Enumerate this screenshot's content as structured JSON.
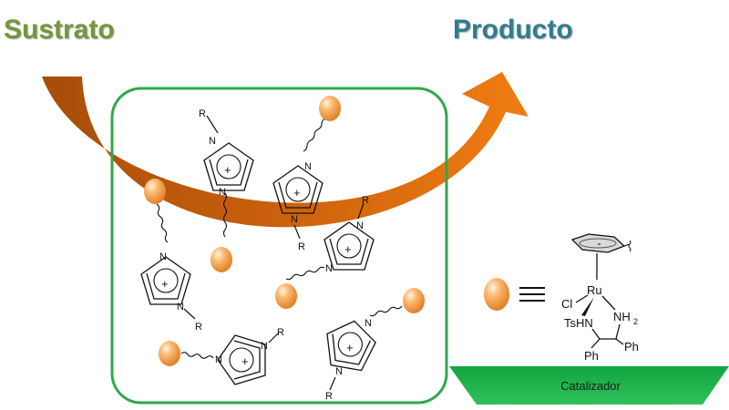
{
  "header": {
    "substrate_label": "Sustrato",
    "product_label": "Producto"
  },
  "colors": {
    "substrate_green": "#77963a",
    "product_teal": "#2f7d8d",
    "arrow_orange": "#e46c0a",
    "arrow_dark": "#b45309",
    "box_green": "#2ea84a",
    "bead_orange": "#f79646",
    "platform_green": "#1fb04a"
  },
  "labels": {
    "ring_substituent": "R",
    "ring_nitrogen": "N",
    "ring_charge": "+"
  },
  "catalyst": {
    "metal": "Ru",
    "chloride": "Cl",
    "tosylamide": "TsHN",
    "amine": "NH",
    "amine_subscript": "2",
    "phenyl_left": "Ph",
    "phenyl_right": "Ph",
    "platform_label": "Catalizador"
  }
}
